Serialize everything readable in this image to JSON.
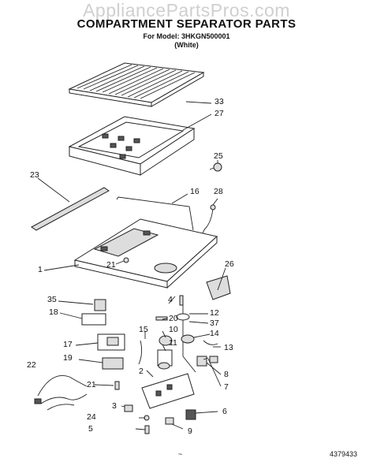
{
  "watermark": "AppliancePartsPros.com",
  "title": "COMPARTMENT SEPARATOR PARTS",
  "model_line": "For Model: 3HKGN500001",
  "color_line": "(White)",
  "callouts": {
    "c1": "1",
    "c2": "2",
    "c3": "3",
    "c4": "4",
    "c5": "5",
    "c6": "6",
    "c7": "7",
    "c8": "8",
    "c9": "9",
    "c10": "10",
    "c11": "11",
    "c12": "12",
    "c13": "13",
    "c14": "14",
    "c15": "15",
    "c16": "16",
    "c17": "17",
    "c18": "18",
    "c19": "19",
    "c20": "20",
    "c21a": "21",
    "c21b": "21",
    "c22": "22",
    "c23": "23",
    "c24": "24",
    "c25": "25",
    "c26": "26",
    "c27": "27",
    "c28": "28",
    "c33": "33",
    "c35": "35",
    "c37": "37"
  },
  "doc_number": "4379433",
  "page_mark": "~"
}
